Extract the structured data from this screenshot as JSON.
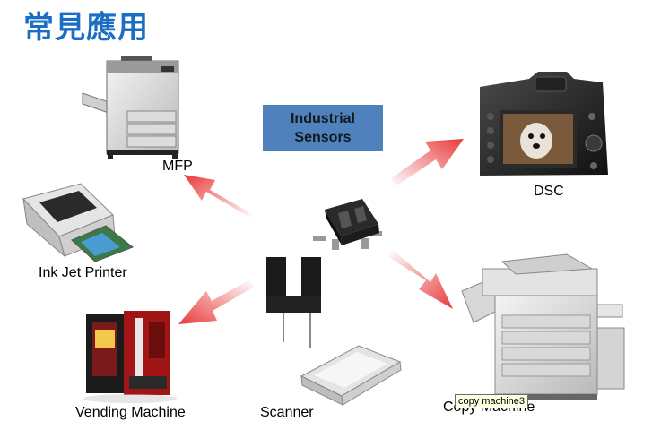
{
  "slide": {
    "title": "常見應用",
    "center_box": {
      "line1": "Industrial",
      "line2": "Sensors",
      "color": "#4f81bd"
    },
    "labels": {
      "mfp": "MFP",
      "dsc": "DSC",
      "inkjet": "Ink Jet Printer",
      "vending": "Vending Machine",
      "scanner": "Scanner",
      "copy": "Copy Machine"
    },
    "tooltip": "copy machine3",
    "accent_color": "#e83a3a"
  }
}
